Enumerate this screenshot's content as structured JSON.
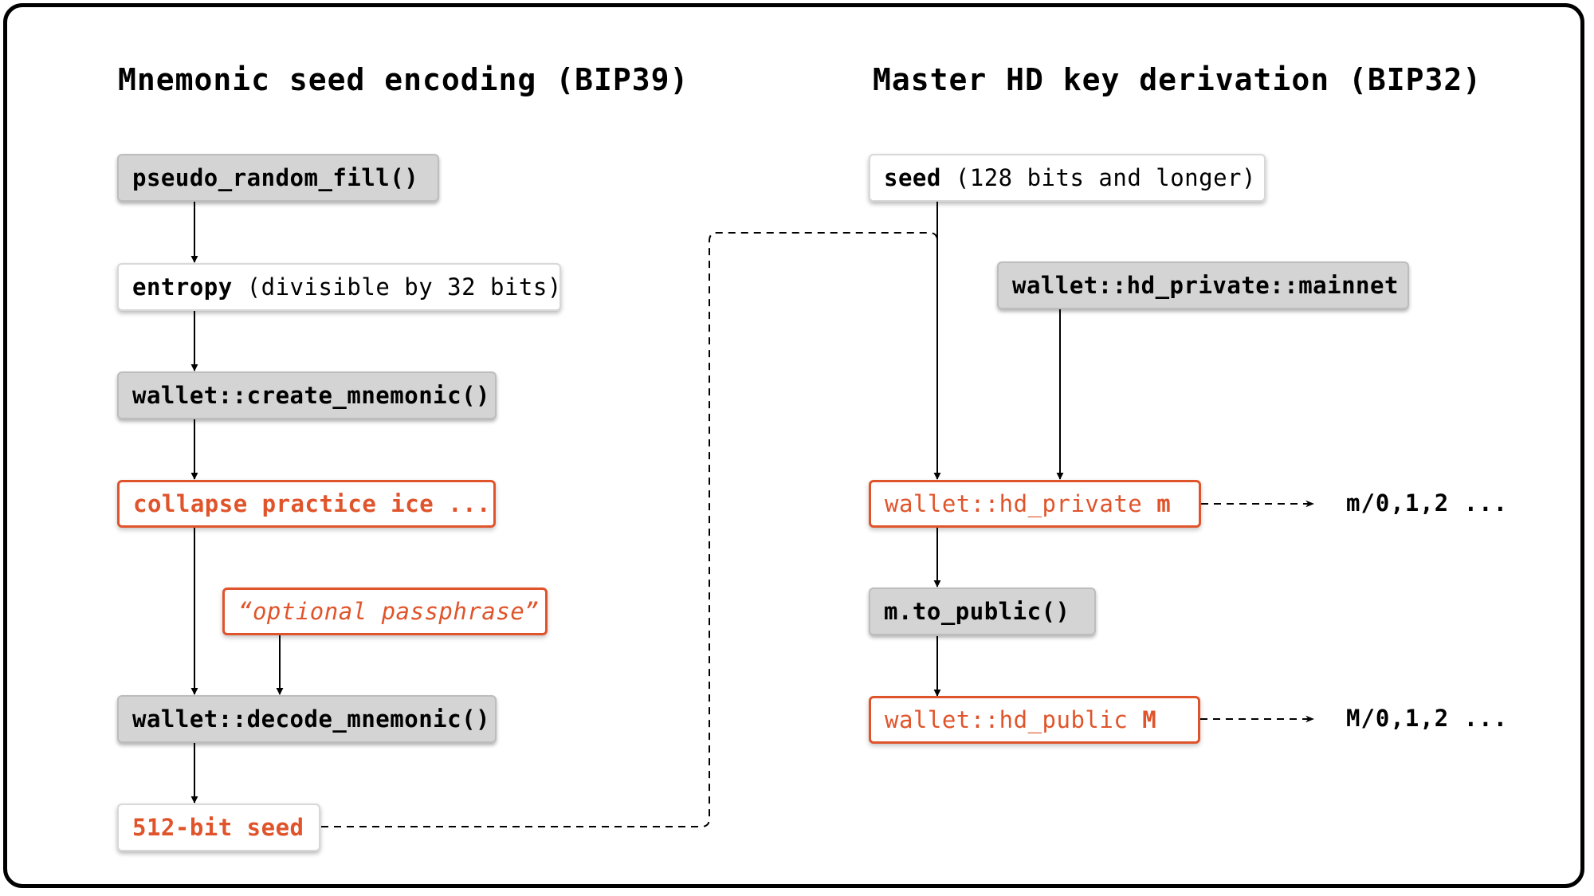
{
  "titles": {
    "left": "Mnemonic seed encoding (BIP39)",
    "right": "Master HD key derivation (BIP32)"
  },
  "left_nodes": {
    "pseudo_random_fill": "pseudo_random_fill()",
    "entropy_bold": "entropy",
    "entropy_note": " (divisible by 32 bits)",
    "create_mnemonic": "wallet::create_mnemonic()",
    "mnemonic_words": "collapse practice ice ...",
    "passphrase": "“optional passphrase”",
    "decode_mnemonic": "wallet::decode_mnemonic()",
    "seed_512": "512-bit seed"
  },
  "right_nodes": {
    "seed_bold": "seed",
    "seed_note": " (128 bits and longer)",
    "mainnet": "wallet::hd_private::mainnet",
    "hd_private_prefix": "wallet::hd_private ",
    "hd_private_var": "m",
    "to_public": "m.to_public()",
    "hd_public_prefix": "wallet::hd_public ",
    "hd_public_var": "M",
    "private_children": "m/0,1,2 ...",
    "public_children": "M/0,1,2 ..."
  },
  "colors": {
    "accent": "#e0542b",
    "gray_box": "#d4d4d4",
    "line": "#000000"
  }
}
